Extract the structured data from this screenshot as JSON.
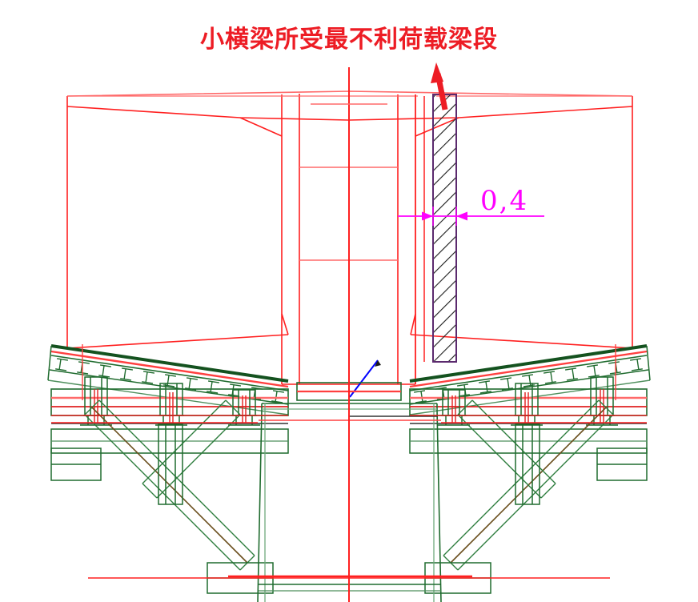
{
  "drawing": {
    "title": "小横梁所受最不利荷载梁段",
    "title_color": "#ED1C24",
    "background_color": "#FFFFFF",
    "annotations": {
      "dimension_value": "0,4",
      "dimension_color": "#FF00FF",
      "arrow_color": "#ED1C24",
      "leader_color": "#0000FF"
    },
    "colors": {
      "girder_outline": "#FF2020",
      "girder_outline_light": "#FF6A6A",
      "centerline": "#FF2020",
      "falsework_green": "#1F6B2E",
      "falsework_green_light": "#4E8F5C",
      "hatch_black": "#1A1A1A",
      "hatch_border": "#5B2A6E"
    },
    "elements": {
      "box_girder": "box-girder-cross-section",
      "hatched_segment": "loaded-beam-segment-hatch",
      "falsework": "steel-falsework-truss",
      "pier": "central-pier",
      "centerline": "vertical-centerline"
    }
  }
}
